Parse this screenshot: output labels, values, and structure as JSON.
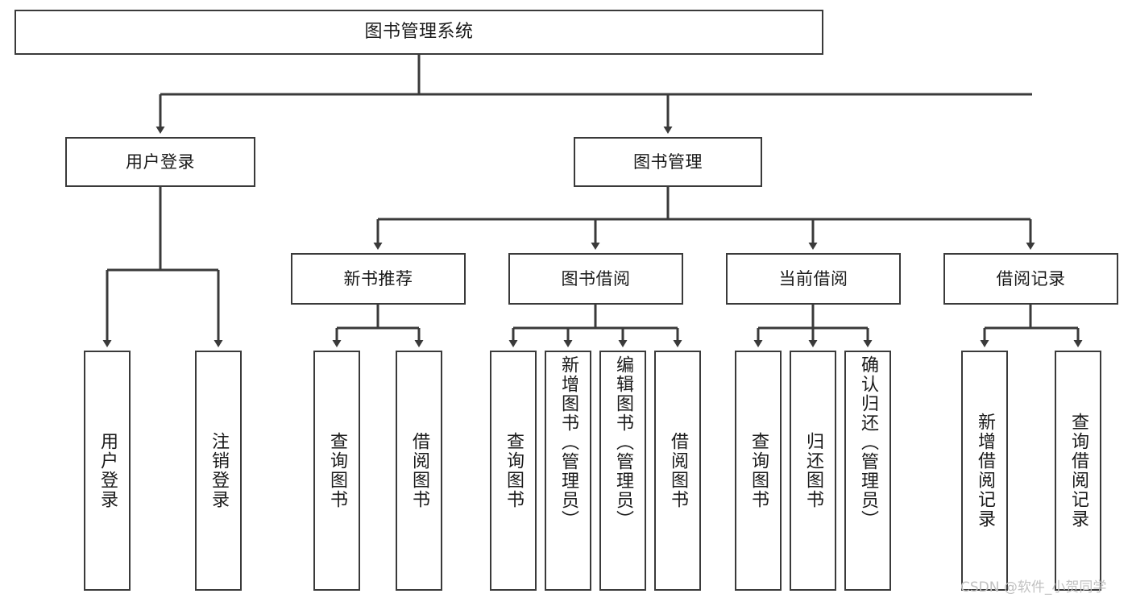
{
  "diagram": {
    "type": "tree",
    "title": "图书管理系统",
    "orientation": "top-down",
    "line_color": "#3a3a3a",
    "box_fill": "#ffffff",
    "text_color": "#1a1a1a",
    "watermark": "CSDN @软件_小贺同学",
    "watermark_color": "#c2c2c2"
  },
  "nodes": {
    "root": {
      "label": "图书管理系统"
    },
    "level2": [
      {
        "id": "user-login",
        "label": "用户登录"
      },
      {
        "id": "book-manage",
        "label": "图书管理"
      }
    ],
    "level3": [
      {
        "id": "new-book-recommend",
        "label": "新书推荐"
      },
      {
        "id": "book-borrow",
        "label": "图书借阅"
      },
      {
        "id": "current-borrow",
        "label": "当前借阅"
      },
      {
        "id": "borrow-record",
        "label": "借阅记录"
      }
    ],
    "leaves": {
      "user_login": [
        {
          "id": "leaf-user-login",
          "label": "用户登录"
        },
        {
          "id": "leaf-logout",
          "label": "注销登录"
        }
      ],
      "new_book_recommend": [
        {
          "id": "leaf-query-book-1",
          "label": "查询图书"
        },
        {
          "id": "leaf-borrow-book-1",
          "label": "借阅图书"
        }
      ],
      "book_borrow": [
        {
          "id": "leaf-query-book-2",
          "label": "查询图书"
        },
        {
          "id": "leaf-add-book",
          "label": "新增图书（管理员）"
        },
        {
          "id": "leaf-edit-book",
          "label": "编辑图书（管理员）"
        },
        {
          "id": "leaf-borrow-book-2",
          "label": "借阅图书"
        }
      ],
      "current_borrow": [
        {
          "id": "leaf-query-book-3",
          "label": "查询图书"
        },
        {
          "id": "leaf-return-book",
          "label": "归还图书"
        },
        {
          "id": "leaf-confirm-return",
          "label": "确认归还（管理员）"
        }
      ],
      "borrow_record": [
        {
          "id": "leaf-add-record",
          "label": "新增借阅记录"
        },
        {
          "id": "leaf-query-record",
          "label": "查询借阅记录"
        }
      ]
    }
  }
}
